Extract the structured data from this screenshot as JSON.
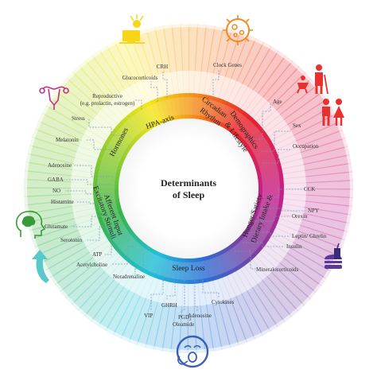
{
  "center_title": {
    "line1": "Determinants",
    "line2": "of Sleep"
  },
  "segments": {
    "hpa": "HPA-axis",
    "circadian_1": "Circadian",
    "circadian_2": "Rhythm",
    "demo_1": "Demographics",
    "demo_2": "& Lifestyle",
    "diet_1": "Dietary Intake &",
    "diet_2": "Hunger/Satiety",
    "sleep_loss": "Sleep Loss",
    "afferent_1": "Afferent Input",
    "afferent_2": "Excitatory Stimuli",
    "hormones": "Hormones"
  },
  "labels": {
    "crh": "CRH",
    "glucocorticoids": "Glucocorticoids",
    "reproductive_1": "Reproductive",
    "reproductive_2": "(e.g. prolactin, estrogen)",
    "stress": "Stress",
    "melatonin": "Melatonin",
    "clock_genes": "Clock Genes",
    "age": "Age",
    "sex": "Sex",
    "occupation": "Occupation",
    "cck": "CCK",
    "npy": "NPY",
    "orexin": "Orexin",
    "leptin_ghrelin": "Leptin/ Ghrelin",
    "insulin": "Insulin",
    "mineralocorticoids": "Mineralocorticoids",
    "cytokines": "Cytokines",
    "adenosine_b": "Adenosine",
    "pgd2": "PGD",
    "pgd2_sub": "2",
    "oleamide": "Oleamide",
    "ghrh": "GHRH",
    "vip": "VIP",
    "adenosine": "Adenosine",
    "gaba": "GABA",
    "no": "NO",
    "histamine": "Histamine",
    "glutamate": "Glutamate",
    "serotonin": "Serotonin",
    "atp": "ATP",
    "acetylcholine": "Acetylcholine",
    "noradrenaline": "Noradrenaline"
  },
  "icons": [
    "stressed-person-icon",
    "bacteria-icon",
    "elderly-and-child-icon",
    "man-woman-icon",
    "uterus-icon",
    "food-icon",
    "brain-head-icon",
    "up-arrow-icon",
    "yawning-face-icon"
  ],
  "colors": {
    "yellow": "#f4e61a",
    "orange": "#f59a1a",
    "red": "#e8222a",
    "magenta": "#c4208a",
    "purple": "#7b3fa0",
    "blue": "#2b6fd6",
    "cyan": "#22c0d8",
    "green": "#36b34a",
    "lime": "#9fd12b",
    "leader": "#7d98c4",
    "icon_blue": "#4466b0"
  }
}
